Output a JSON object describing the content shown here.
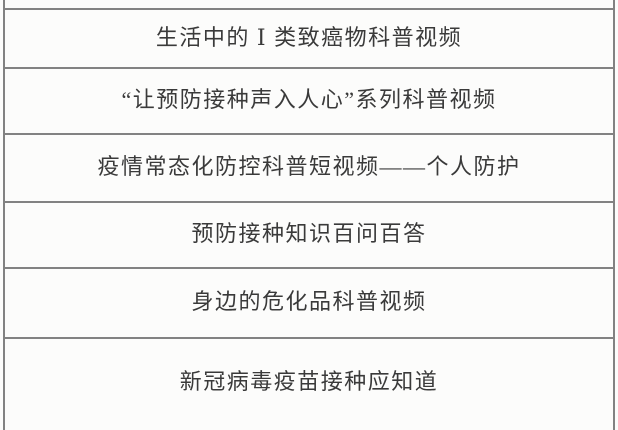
{
  "table": {
    "rows": [
      {
        "label": "生活中的 Ⅰ 类致癌物科普视频"
      },
      {
        "label": "“让预防接种声入人心”系列科普视频"
      },
      {
        "label": "疫情常态化防控科普短视频——个人防护"
      },
      {
        "label": "预防接种知识百问百答"
      },
      {
        "label": "身边的危化品科普视频"
      },
      {
        "label": "新冠病毒疫苗接种应知道"
      }
    ]
  },
  "colors": {
    "border": "#828282",
    "text": "#3a3a3a",
    "background": "#fcfcfb"
  }
}
